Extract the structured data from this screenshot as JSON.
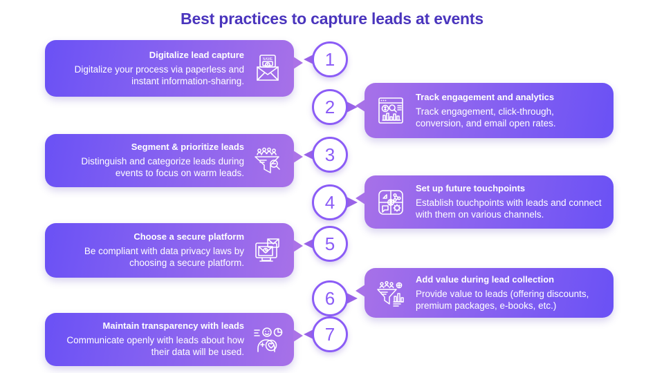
{
  "title": "Best practices to capture leads at events",
  "theme": {
    "title_color": "#4a35bd",
    "gradient_start": "#6a51f5",
    "gradient_end": "#a771e8",
    "circle_border": "#8b5cf6",
    "circle_text": "#8b5cf6",
    "card_text": "#ffffff",
    "background": "#ffffff"
  },
  "steps": [
    {
      "number": "1",
      "side": "left",
      "title": "Digitalize lead capture",
      "description": "Digitalize your process via paperless and instant information-sharing.",
      "icon": "name-badge-envelope-icon"
    },
    {
      "number": "2",
      "side": "right",
      "title": "Track engagement and analytics",
      "description": "Track engagement, click-through, conversion, and email open rates.",
      "icon": "analytics-dashboard-icon"
    },
    {
      "number": "3",
      "side": "left",
      "title": "Segment & prioritize leads",
      "description": "Distinguish and categorize leads during events to focus on warm leads.",
      "icon": "funnel-people-search-icon"
    },
    {
      "number": "4",
      "side": "right",
      "title": "Set up future touchpoints",
      "description": "Establish touchpoints with leads and connect with them on various channels.",
      "icon": "puzzle-network-icon"
    },
    {
      "number": "5",
      "side": "left",
      "title": "Choose a secure platform",
      "description": "Be compliant with data privacy laws by choosing a secure platform.",
      "icon": "monitor-secure-email-icon"
    },
    {
      "number": "6",
      "side": "right",
      "title": "Add value during lead collection",
      "description": "Provide value to leads (offering discounts, premium packages, e-books, etc.)",
      "icon": "funnel-chart-value-icon"
    },
    {
      "number": "7",
      "side": "left",
      "title": "Maintain transparency with leads",
      "description": "Communicate openly with leads about how their data will be used.",
      "icon": "person-transparency-icon"
    }
  ]
}
